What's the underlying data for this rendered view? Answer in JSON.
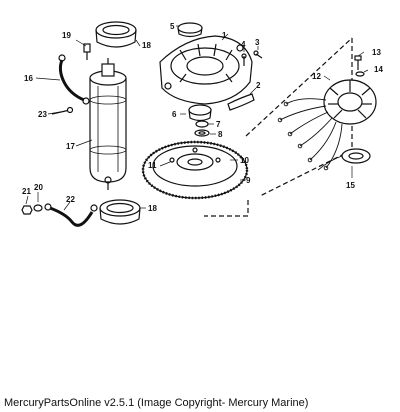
{
  "diagram": {
    "callouts": [
      "1",
      "2",
      "3",
      "4",
      "5",
      "6",
      "7",
      "8",
      "9",
      "10",
      "11",
      "12",
      "13",
      "14",
      "15",
      "16",
      "17",
      "18",
      "19",
      "20",
      "21",
      "22",
      "23"
    ]
  },
  "caption": "MercuryPartsOnline v2.5.1 (Image Copyright- Mercury Marine)"
}
